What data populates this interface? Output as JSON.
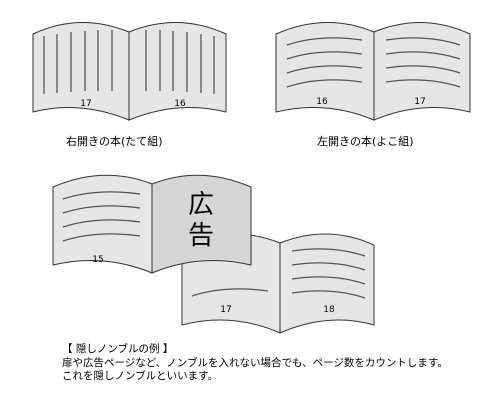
{
  "books": {
    "right_open": {
      "caption": "右開きの本(たて組)",
      "left_page": "17",
      "right_page": "16"
    },
    "left_open": {
      "caption": "左開きの本(よこ組)",
      "left_page": "16",
      "right_page": "17"
    },
    "hidden": {
      "back_left_page": "15",
      "back_right_kanji": [
        "広",
        "告"
      ],
      "front_left_page": "17",
      "front_right_page": "18"
    }
  },
  "note": {
    "title": "【 隠しノンブルの例 】",
    "line1": "扉や広告ページなど、ノンブルを入れない場合でも、ページ数をカウントします。",
    "line2": "これを隠しノンブルといいます。"
  },
  "colors": {
    "page_fill": "#e6e6e6",
    "ad_page_fill": "#d6d6d6",
    "stroke": "#333333",
    "text_line": "#555555"
  }
}
